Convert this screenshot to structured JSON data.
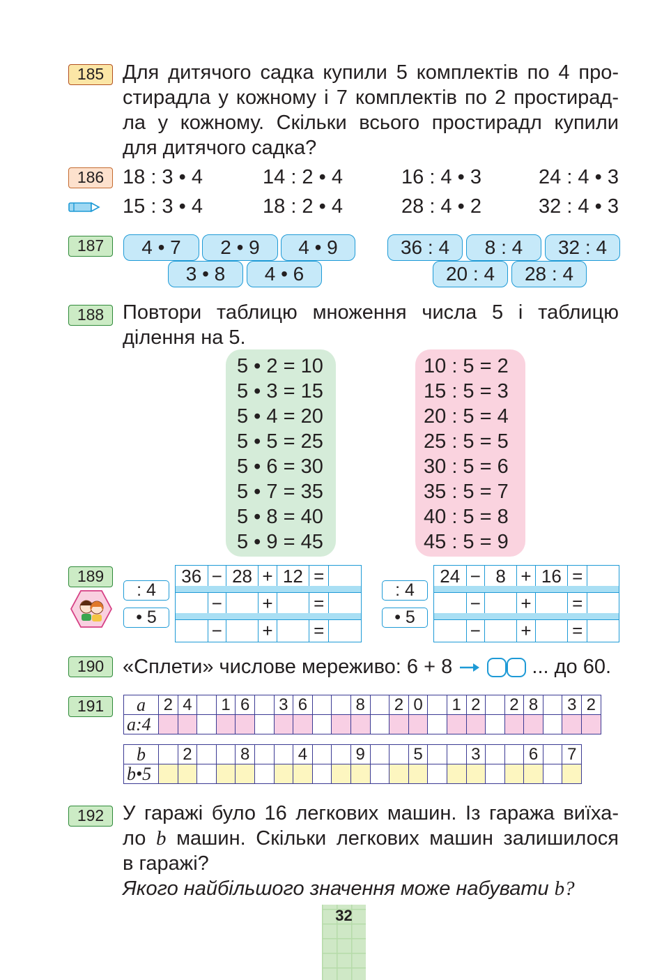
{
  "p185": {
    "num": "185",
    "lines": [
      "Для дитячого садка купили 5 комплектів по 4 про-",
      "стирадла у кожному і 7 комплектів по 2 простирад-",
      "ла у кожному. Скільки всього простирадл купили",
      "для дитячого садка?"
    ]
  },
  "p186": {
    "num": "186",
    "row1": [
      "18 : 3 • 4",
      "14 : 2 • 4",
      "16 : 4 • 3",
      "24 : 4 • 3"
    ],
    "row2": [
      "15 : 3 • 4",
      "18 : 2 • 4",
      "28 : 4 • 2",
      "32 : 4 • 3"
    ],
    "icon": "pencil-icon"
  },
  "p187": {
    "num": "187",
    "left_top": [
      "4 • 7",
      "2 • 9",
      "4 • 9"
    ],
    "left_bottom": [
      "3 • 8",
      "4 • 6"
    ],
    "right_top": [
      "36 : 4",
      "8 : 4",
      "32 : 4"
    ],
    "right_bottom": [
      "20 : 4",
      "28 : 4"
    ]
  },
  "p188": {
    "num": "188",
    "lines": [
      "Повтори таблицю множення числа 5 і таблицю",
      "ділення на 5."
    ],
    "mult": [
      "5 • 2 = 10",
      "5 • 3 = 15",
      "5 • 4 = 20",
      "5 • 5 = 25",
      "5 • 6 = 30",
      "5 • 7 = 35",
      "5 • 8 = 40",
      "5 • 9 = 45"
    ],
    "div": [
      "10 : 5 = 2",
      "15 : 5 = 3",
      "20 : 5 = 4",
      "25 : 5 = 5",
      "30 : 5 = 6",
      "35 : 5 = 7",
      "40 : 5 = 8",
      "45 : 5 = 9"
    ],
    "mult_color": "#d5ecd9",
    "div_color": "#fad3df"
  },
  "p189": {
    "num": "189",
    "icon": "two-children-icon",
    "ops": [
      ": 4",
      "• 5"
    ],
    "left": {
      "row1": [
        "36",
        "−",
        "28",
        "+",
        "12",
        "=",
        ""
      ],
      "row2": [
        "",
        "−",
        "",
        "+",
        "",
        "=",
        ""
      ],
      "row3": [
        "",
        "−",
        "",
        "+",
        "",
        "=",
        ""
      ]
    },
    "right": {
      "row1": [
        "24",
        "−",
        "8",
        "+",
        "16",
        "=",
        ""
      ],
      "row2": [
        "",
        "−",
        "",
        "+",
        "",
        "=",
        ""
      ],
      "row3": [
        "",
        "−",
        "",
        "+",
        "",
        "=",
        ""
      ]
    }
  },
  "p190": {
    "num": "190",
    "text_before": "«Сплети» числове мереживо: 6 + 8",
    "text_after": "... до 60."
  },
  "p191": {
    "num": "191",
    "a_label": "a",
    "a4_label": "a:4",
    "a_cells": [
      "2",
      "4",
      "",
      "1",
      "6",
      "",
      "3",
      "6",
      "",
      "",
      "8",
      "",
      "2",
      "0",
      "",
      "1",
      "2",
      "",
      "2",
      "8",
      "",
      "3",
      "2"
    ],
    "b_label": "b",
    "b5_label": "b•5",
    "b_cells": [
      "",
      "2",
      "",
      "",
      "8",
      "",
      "",
      "4",
      "",
      "",
      "9",
      "",
      "",
      "5",
      "",
      "",
      "3",
      "",
      "",
      "6",
      "",
      "7"
    ],
    "pink": "#f8cfe4",
    "yellow": "#fdf6c0"
  },
  "p192": {
    "num": "192",
    "line1": "У гаражі було 16 легкових машин. Із гаража виїха-",
    "line2_a": "ло",
    "line2_var": "b",
    "line2_b": "машин. Скільки легкових машин залишилося",
    "line3": "в гаражі?",
    "question_a": "Якого найбільшого значення може набувати",
    "question_var": "b?"
  },
  "page_number": "32"
}
